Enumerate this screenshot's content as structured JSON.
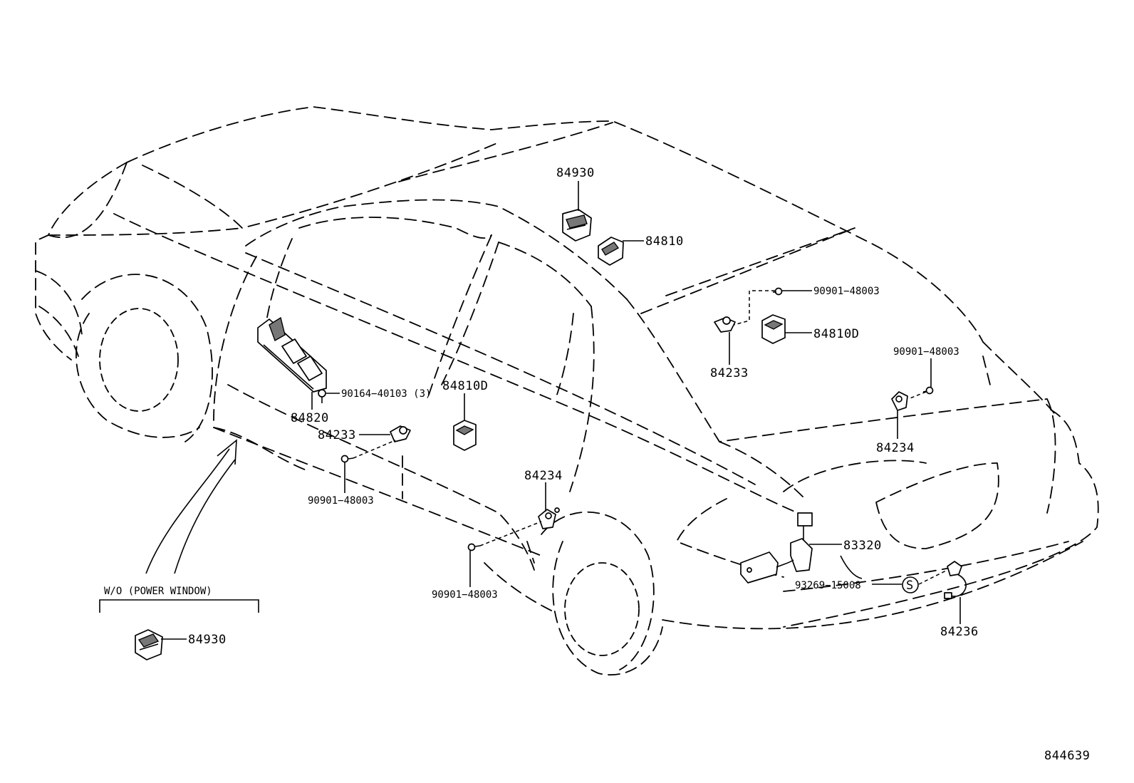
{
  "parts": {
    "p84930_top": "84930",
    "p84810": "84810",
    "p90901_48003_a": "90901−48003",
    "p84810D_right": "84810D",
    "p84233_right": "84233",
    "p90901_48003_b": "90901−48003",
    "p84234_right": "84234",
    "p84810D_center": "84810D",
    "p90164_40103": "90164−40103 (3)",
    "p84820": "84820",
    "p84233_left": "84233",
    "p90901_48003_c": "90901−48003",
    "p84234_center": "84234",
    "p90901_48003_d": "90901−48003",
    "p83320": "83320",
    "p93269_15008": "93269−15008",
    "p84236": "84236",
    "p84930_bottom": "84930"
  },
  "variant_note": "W/O (POWER WINDOW)",
  "s_marker": "S",
  "diagram_id": "844639"
}
